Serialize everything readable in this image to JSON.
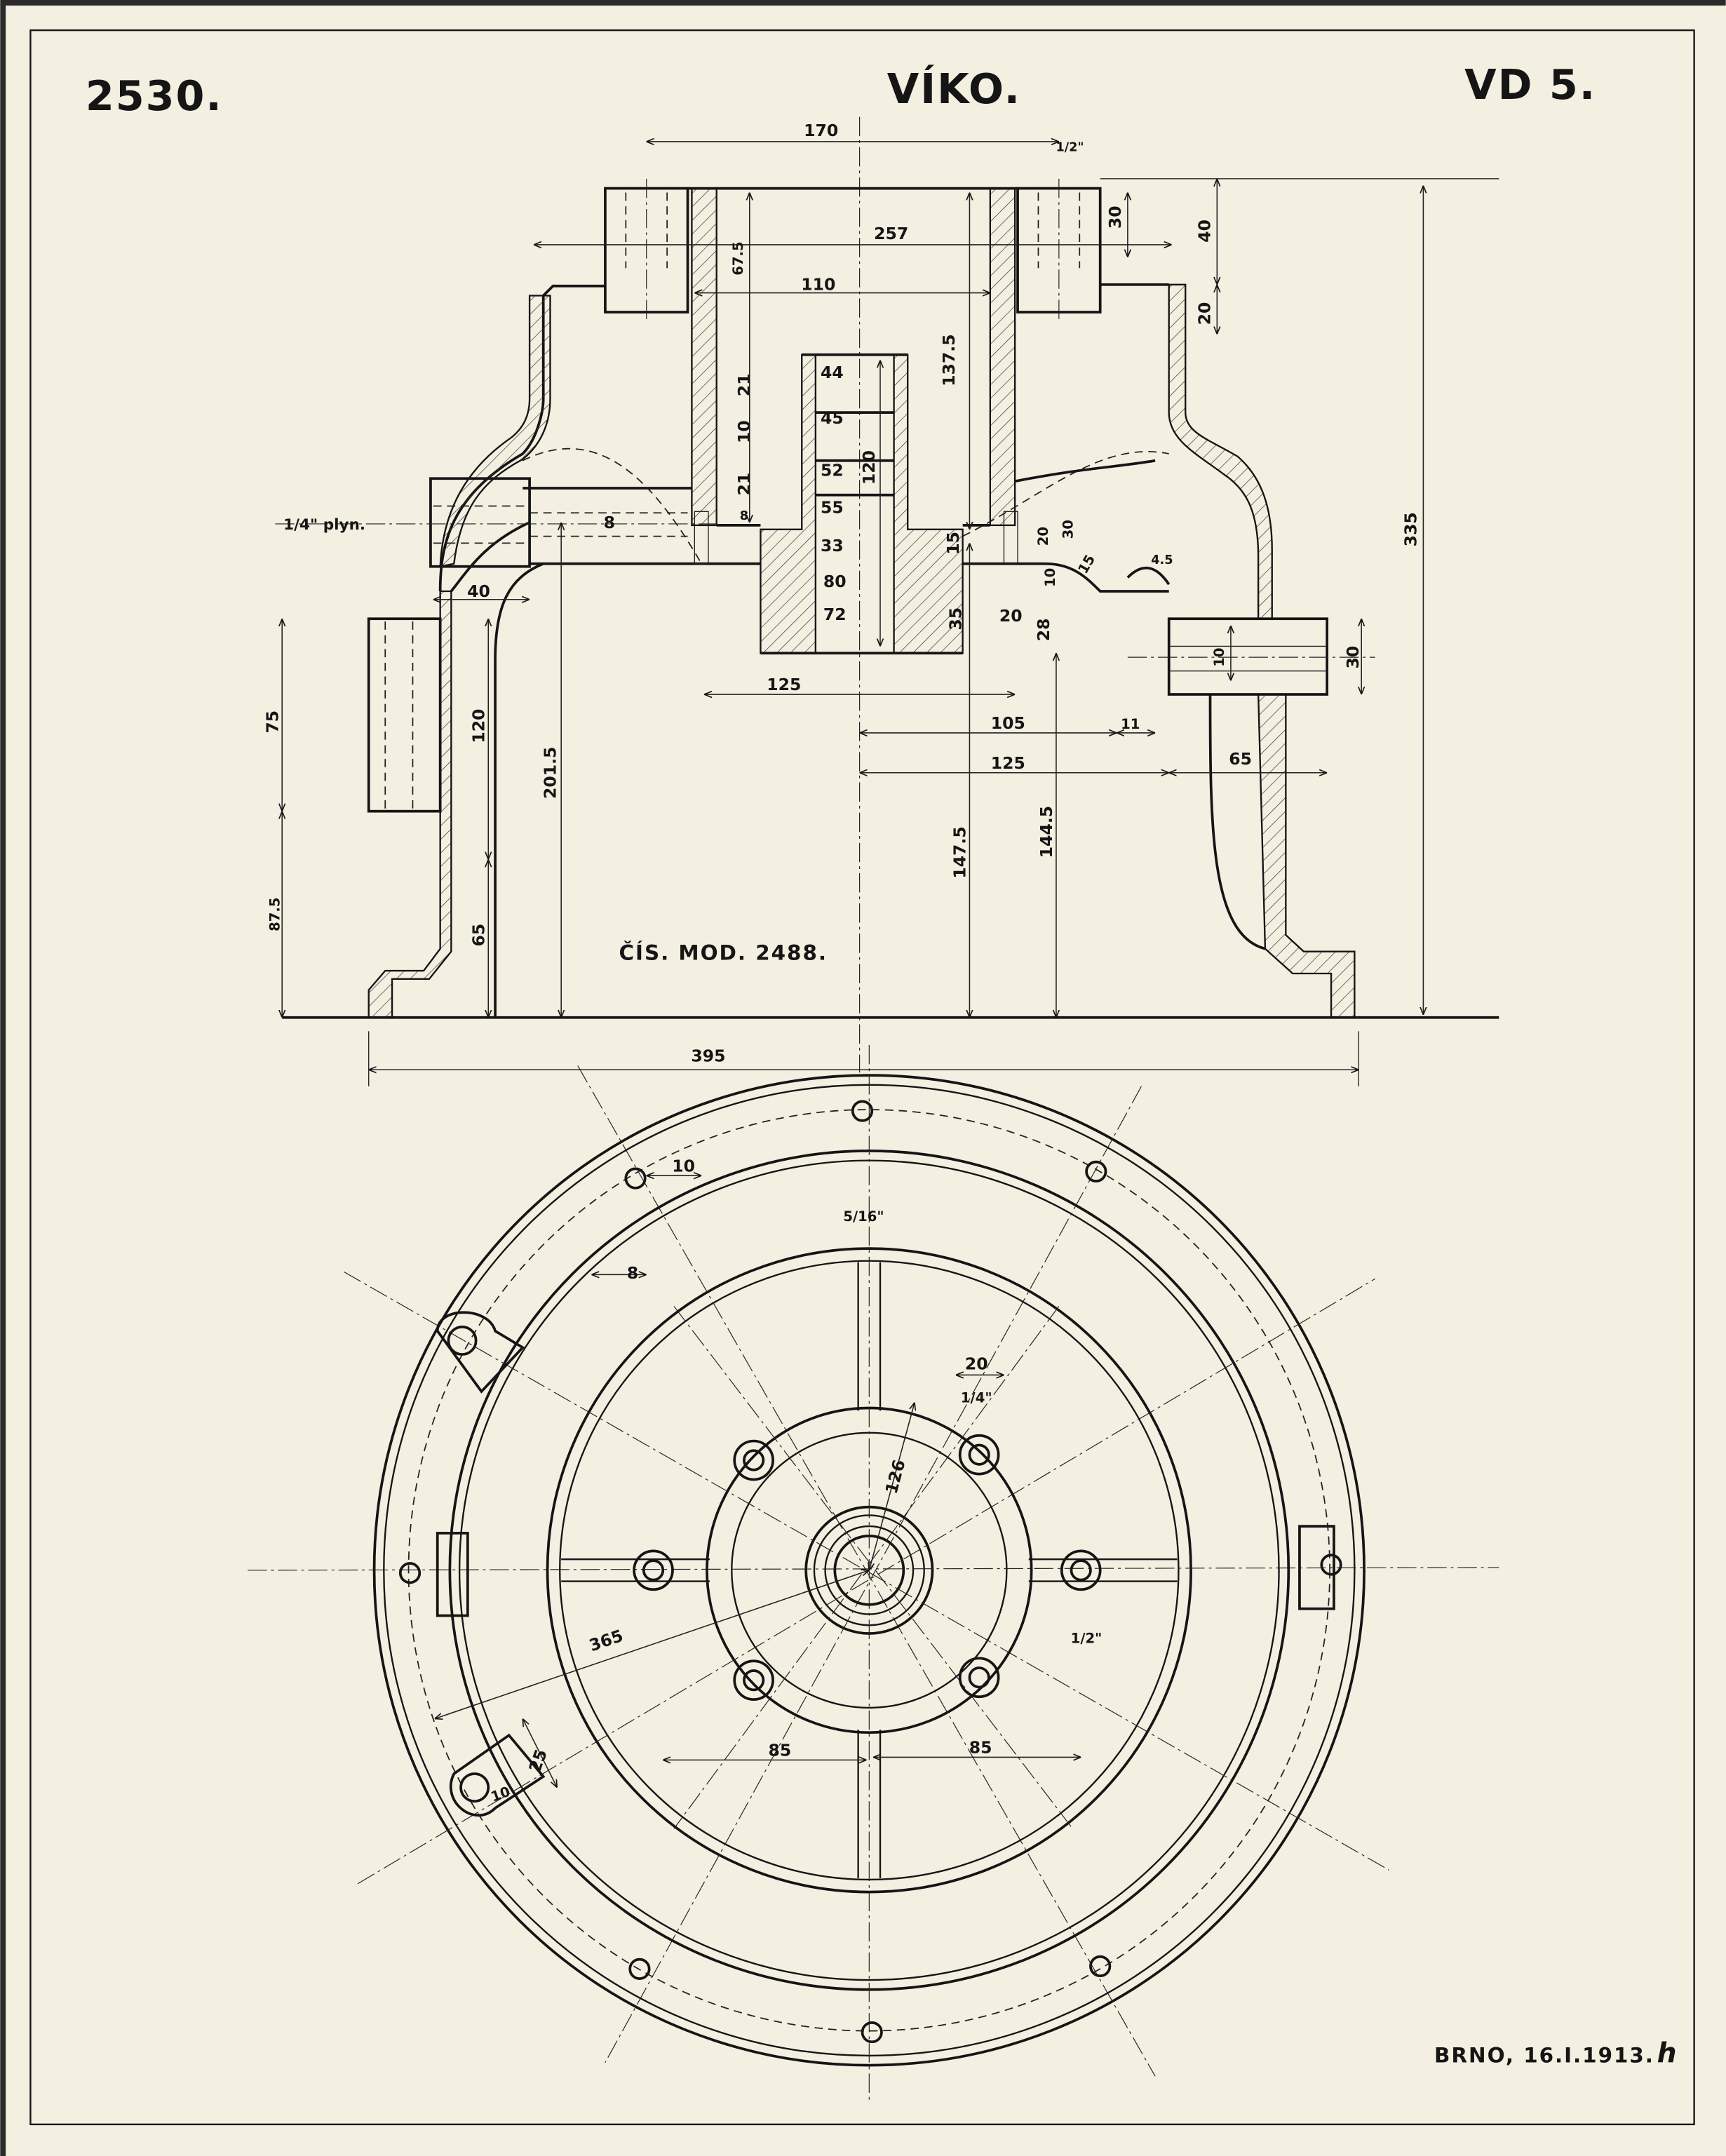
{
  "header": {
    "drawing_number": "2530.",
    "title": "VÍKO.",
    "code": "VD 5."
  },
  "notes": {
    "model_number": "ČÍS. MOD. 2488.",
    "pipe_thread": "1/4\" plyn.",
    "place_date": "BRNO, 16.I.1913.",
    "signature": "h"
  },
  "colors": {
    "paper": "#f3efe1",
    "ink": "#151515"
  },
  "dims": [
    "170",
    "1/2\"",
    "257",
    "30",
    "40",
    "20",
    "67.5",
    "110",
    "137.5",
    "44",
    "45",
    "52",
    "55",
    "33",
    "80",
    "72",
    "120",
    "21",
    "10",
    "21",
    "8",
    "15",
    "20",
    "30",
    "15",
    "4.5",
    "10",
    "35",
    "20",
    "28",
    "10",
    "30",
    "8",
    "40",
    "125",
    "105",
    "11",
    "125",
    "65",
    "75",
    "120",
    "201.5",
    "147.5",
    "144.5",
    "335",
    "87.5",
    "65",
    "395",
    "10",
    "5/16\"",
    "8",
    "20",
    "1/4\"",
    "126",
    "365",
    "1/2\"",
    "85",
    "85",
    "25",
    "10"
  ]
}
